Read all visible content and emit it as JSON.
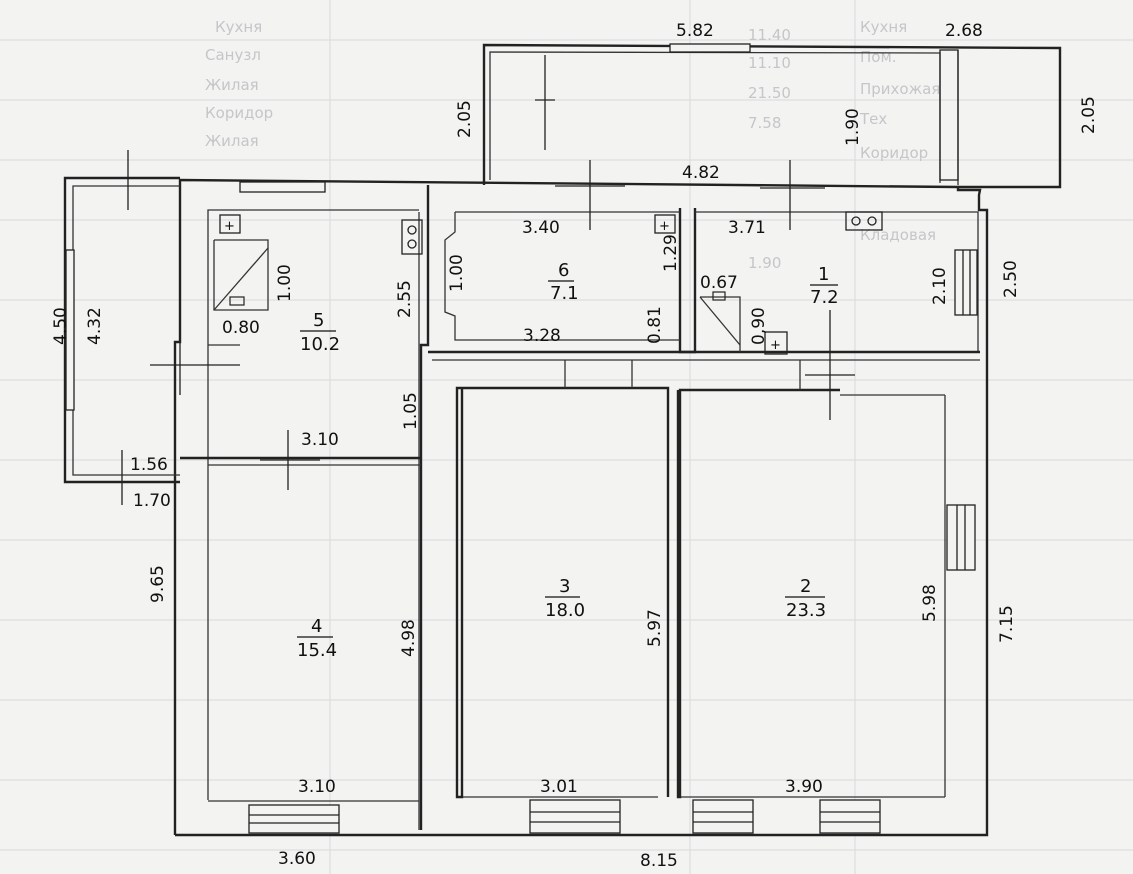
{
  "plan": {
    "dimensions": [
      {
        "key": "d582",
        "text": "5.82"
      },
      {
        "key": "d268",
        "text": "2.68"
      },
      {
        "key": "d205l",
        "text": "2.05"
      },
      {
        "key": "d205r",
        "text": "2.05"
      },
      {
        "key": "d190",
        "text": "1.90"
      },
      {
        "key": "d482",
        "text": "4.82"
      },
      {
        "key": "d450",
        "text": "4.50"
      },
      {
        "key": "d432",
        "text": "4.32"
      },
      {
        "key": "d340",
        "text": "3.40"
      },
      {
        "key": "d129",
        "text": "1.29"
      },
      {
        "key": "d371",
        "text": "3.71"
      },
      {
        "key": "d100a",
        "text": "1.00"
      },
      {
        "key": "d080",
        "text": "0.80"
      },
      {
        "key": "d255",
        "text": "2.55"
      },
      {
        "key": "d100b",
        "text": "1.00"
      },
      {
        "key": "d067",
        "text": "0.67"
      },
      {
        "key": "d210",
        "text": "2.10"
      },
      {
        "key": "d250",
        "text": "2.50"
      },
      {
        "key": "d081",
        "text": "0.81"
      },
      {
        "key": "d090",
        "text": "0,90"
      },
      {
        "key": "d328",
        "text": "3.28"
      },
      {
        "key": "d105",
        "text": "1.05"
      },
      {
        "key": "d310a",
        "text": "3.10"
      },
      {
        "key": "d156",
        "text": "1.56"
      },
      {
        "key": "d170",
        "text": "1.70"
      },
      {
        "key": "d965",
        "text": "9.65"
      },
      {
        "key": "d498",
        "text": "4.98"
      },
      {
        "key": "d597",
        "text": "5.97"
      },
      {
        "key": "d598",
        "text": "5.98"
      },
      {
        "key": "d715",
        "text": "7.15"
      },
      {
        "key": "d310b",
        "text": "3.10"
      },
      {
        "key": "d301",
        "text": "3.01"
      },
      {
        "key": "d390",
        "text": "3.90"
      },
      {
        "key": "d360",
        "text": "3.60"
      },
      {
        "key": "d815",
        "text": "8.15"
      }
    ],
    "rooms": [
      {
        "number": "1",
        "area": "7.2"
      },
      {
        "number": "2",
        "area": "23.3"
      },
      {
        "number": "3",
        "area": "18.0"
      },
      {
        "number": "4",
        "area": "15.4"
      },
      {
        "number": "5",
        "area": "10.2"
      },
      {
        "number": "6",
        "area": "7.1"
      }
    ],
    "bleed_through": [
      "Кухня",
      "Санузл",
      "Жилая",
      "Коридор",
      "Жилая",
      "Кухня",
      "Пом.",
      "Тех",
      "Коридор",
      "11.40",
      "11.10",
      "21.50",
      "7.58",
      "Прихожая",
      "Кладовая",
      "1.90"
    ],
    "colors": {
      "paper": "#f3f3f1",
      "ink": "#222222",
      "bleed": "#c4c6c9"
    }
  }
}
